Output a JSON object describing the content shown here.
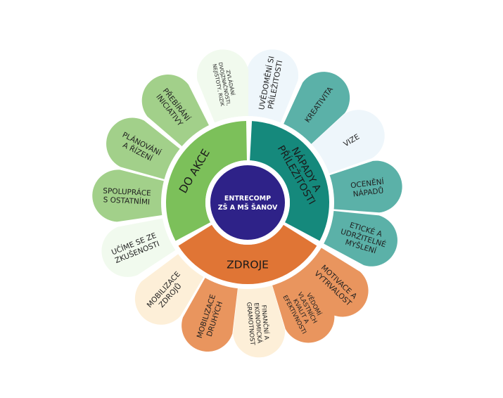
{
  "center": {
    "lines": [
      "ENTRECOMP",
      "ZŠ A MŠ ŠANOV"
    ],
    "color": "#2E2288"
  },
  "areas": [
    {
      "id": "napady",
      "label": [
        "NÁPADY A",
        "PŘÍLEŽITOSTI"
      ],
      "color": "#15897C",
      "text_color": "#1a1a1a"
    },
    {
      "id": "zdroje",
      "label": [
        "ZDROJE"
      ],
      "color": "#E07535",
      "text_color": "#1a1a1a"
    },
    {
      "id": "do-akce",
      "label": [
        "DO AKCE"
      ],
      "color": "#7CC05A",
      "text_color": "#1a1a1a"
    }
  ],
  "competences": [
    {
      "id": "uvedomeni",
      "area": "napady",
      "lines": [
        "UVĚDOMĚNÍ SI",
        "PŘÍLEŽITOSTI"
      ],
      "color": "#EEF6FB",
      "size": "m"
    },
    {
      "id": "kreativita",
      "area": "napady",
      "lines": [
        "KREATIVITA"
      ],
      "color": "#5BB1A8",
      "size": "m"
    },
    {
      "id": "vize",
      "area": "napady",
      "lines": [
        "VIZE"
      ],
      "color": "#EEF6FB",
      "size": "m"
    },
    {
      "id": "oceneni",
      "area": "napady",
      "lines": [
        "OCENĚNÍ",
        "NÁPADŮ"
      ],
      "color": "#5BB1A8",
      "size": "m"
    },
    {
      "id": "eticke",
      "area": "napady",
      "lines": [
        "ETICKÉ A",
        "UDRŽITELNÉ",
        "MYŠLENÍ"
      ],
      "color": "#5BB1A8",
      "size": "m"
    },
    {
      "id": "motivace",
      "area": "zdroje",
      "lines": [
        "MOTIVACE A",
        "VYTRVALOST"
      ],
      "color": "#E9955E",
      "size": "m"
    },
    {
      "id": "vedomi",
      "area": "zdroje",
      "lines": [
        "VĚDOMÍ",
        "VLASTNÍCH",
        "KVALIT A",
        "EFEKTIVNOSTI"
      ],
      "color": "#E9955E",
      "size": "s"
    },
    {
      "id": "financni",
      "area": "zdroje",
      "lines": [
        "FINANČNÍ A",
        "EKONOMICKÁ",
        "GRAMOTNOST"
      ],
      "color": "#FDEFD8",
      "size": "s"
    },
    {
      "id": "mobilizace-druhych",
      "area": "zdroje",
      "lines": [
        "MOBILIZACE",
        "DRUHÝCH"
      ],
      "color": "#E9955E",
      "size": "m"
    },
    {
      "id": "mobilizace-zdroju",
      "area": "zdroje",
      "lines": [
        "MOBILIZACE",
        "ZDROJŮ"
      ],
      "color": "#FDEFD8",
      "size": "m"
    },
    {
      "id": "ucime",
      "area": "do-akce",
      "lines": [
        "UČÍME SE ZE",
        "ZKUŠENOSTI"
      ],
      "color": "#F1FAEE",
      "size": "m"
    },
    {
      "id": "spoluprace",
      "area": "do-akce",
      "lines": [
        "SPOLUPRÁCE",
        "S OSTATNÍMI"
      ],
      "color": "#A2D08A",
      "size": "m"
    },
    {
      "id": "planovani",
      "area": "do-akce",
      "lines": [
        "PLÁNOVÁNÍ",
        "A ŘÍZENÍ"
      ],
      "color": "#A2D08A",
      "size": "m"
    },
    {
      "id": "prebirani",
      "area": "do-akce",
      "lines": [
        "PŘEBÍRÁNÍ",
        "INICIATIVY"
      ],
      "color": "#A2D08A",
      "size": "m"
    },
    {
      "id": "zvladani",
      "area": "do-akce",
      "lines": [
        "ZVLÁDÁNÍ",
        "DVOJZNAČNOSTI,",
        "NEJISTOTY, RIZIK"
      ],
      "color": "#F1FAEE",
      "size": "xs"
    }
  ]
}
